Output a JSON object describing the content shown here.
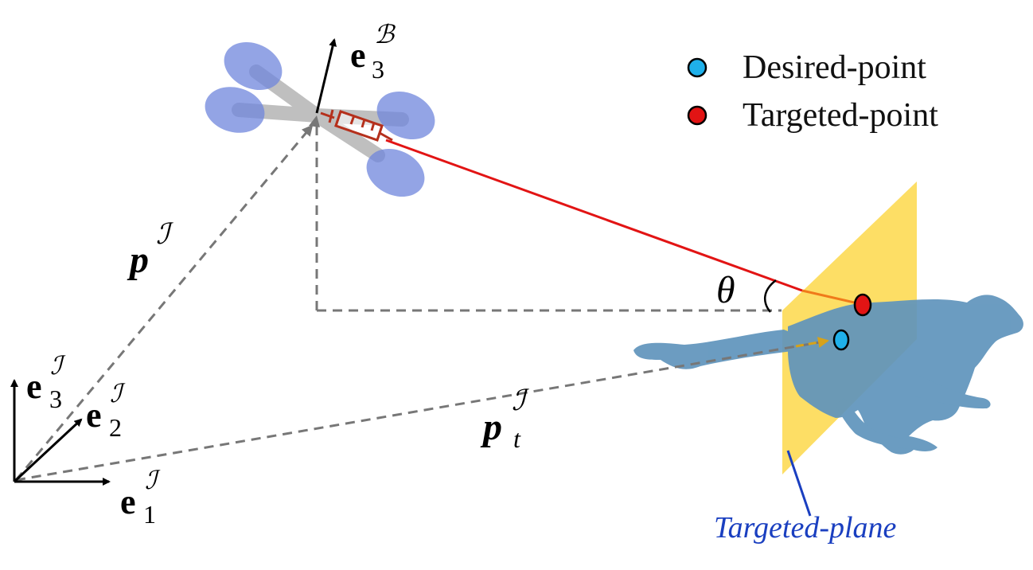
{
  "legend": {
    "items": [
      {
        "label": "Desired-point",
        "color": "#1fb0ea"
      },
      {
        "label": "Targeted-point",
        "color": "#e21414"
      }
    ]
  },
  "labels": {
    "p_base": "p",
    "p_sup": "ℐ",
    "pt_base": "p",
    "pt_sub": "t",
    "pt_sup": "ℐ",
    "theta": "θ",
    "e_base": "e",
    "e1_sub": "1",
    "e1_sup": "ℐ",
    "e2_sub": "2",
    "e2_sup": "ℐ",
    "e3_sub": "3",
    "e3_sup": "ℐ",
    "eb_sub": "3",
    "eb_sup": "ℬ",
    "plane_label": "Targeted-plane"
  },
  "colors": {
    "drone_rotor": "#6f86dd",
    "drone_arm": "#b5b5b5",
    "syringe": "#b5301c",
    "laser": "#e21414",
    "plane": "#fdd84a",
    "cheetah": "#5f94bc",
    "dashed": "#777777",
    "plane_label": "#1a3fc0",
    "plane_pointer": "#1a3fc0"
  },
  "icons": {
    "drone": "quadcopter-icon",
    "animal": "cheetah-silhouette-icon",
    "syringe": "syringe-icon"
  }
}
